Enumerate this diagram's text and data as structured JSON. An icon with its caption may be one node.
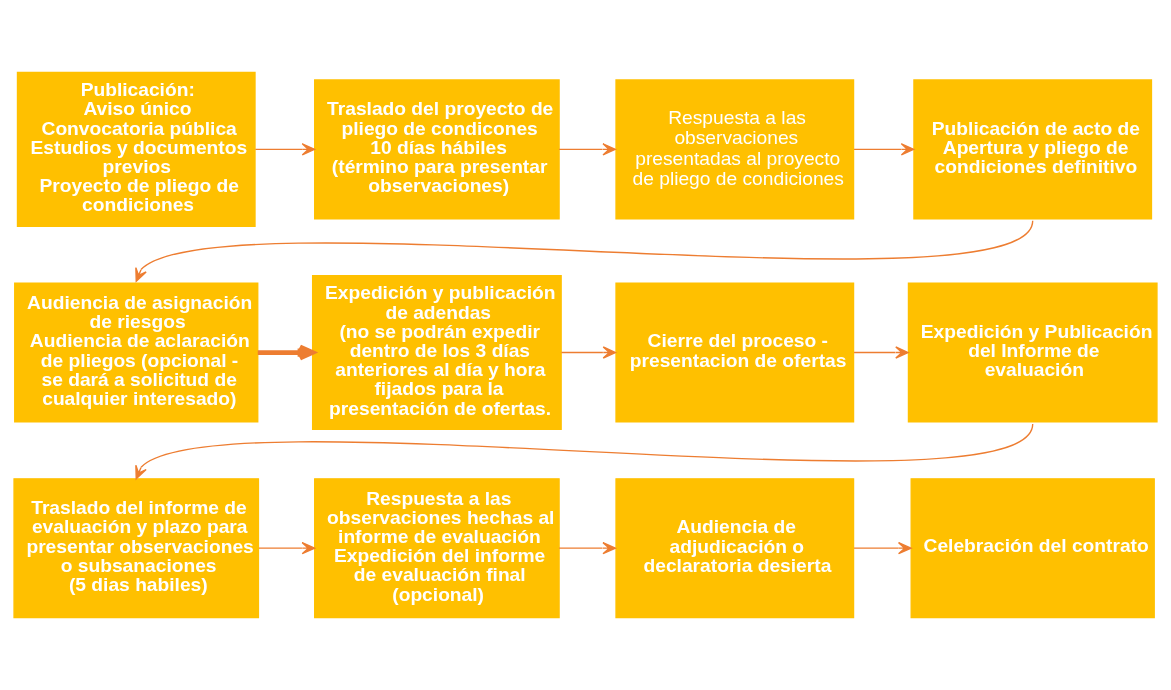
{
  "diagram": {
    "nodes": [
      {
        "text": [
          "Publicación:",
          "Aviso único",
          "Convocatoria pública",
          "Estudios y documentos previos",
          "Proyecto de pliego de condiciones"
        ]
      },
      {
        "text": [
          "Traslado del proyecto de pliego de condicones",
          "10 días hábiles",
          "(término para presentar observaciones)"
        ]
      },
      {
        "text": [
          "Respuesta a las observaciones presentadas al proyecto de pliego de condiciones"
        ]
      },
      {
        "text": [
          "Publicación de acto de Apertura y pliego de condiciones definitivo"
        ]
      },
      {
        "text": [
          "Audiencia de asignación de riesgos",
          "Audiencia de aclaración de pliegos (opcional - se dará a solicitud de cualquier interesado)"
        ]
      },
      {
        "text": [
          "Expedición y publicación de adendas",
          "(no se podrán expedir dentro de los 3 días anteriores al día y hora fijados para la presentación de ofertas."
        ]
      },
      {
        "text": [
          "Cierre del proceso - presentacion de ofertas"
        ]
      },
      {
        "text": [
          "Expedición y Publicación del Informe de evaluación"
        ]
      },
      {
        "text": [
          "Traslado del informe de evaluación y plazo para presentar observaciones o subsanaciones",
          "(5 dias habiles)"
        ]
      },
      {
        "text": [
          "Respuesta a las observaciones hechas al informe de evaluación",
          "Expedición del informe de evaluación final (opcional)"
        ]
      },
      {
        "text": [
          "Audiencia de adjudicación o declaratoria desierta"
        ]
      },
      {
        "text": [
          "Celebración del contrato"
        ]
      }
    ],
    "edges": [
      {
        "from": 0,
        "to": 1,
        "arrow": "to"
      },
      {
        "from": 1,
        "to": 2,
        "arrow": "to"
      },
      {
        "from": 2,
        "to": 3,
        "arrow": "to"
      },
      {
        "from": 3,
        "to": 4,
        "arrow": "to"
      },
      {
        "from": 4,
        "to": 5,
        "arrow": "to",
        "style": "thick"
      },
      {
        "from": 5,
        "to": 6,
        "arrow": "to"
      },
      {
        "from": 6,
        "to": 7,
        "arrow": "to"
      },
      {
        "from": 7,
        "to": 8,
        "arrow": "to"
      },
      {
        "from": 8,
        "to": 9,
        "arrow": "to"
      },
      {
        "from": 9,
        "to": 10,
        "arrow": "to"
      },
      {
        "from": 10,
        "to": 11,
        "arrow": "to"
      }
    ]
  }
}
